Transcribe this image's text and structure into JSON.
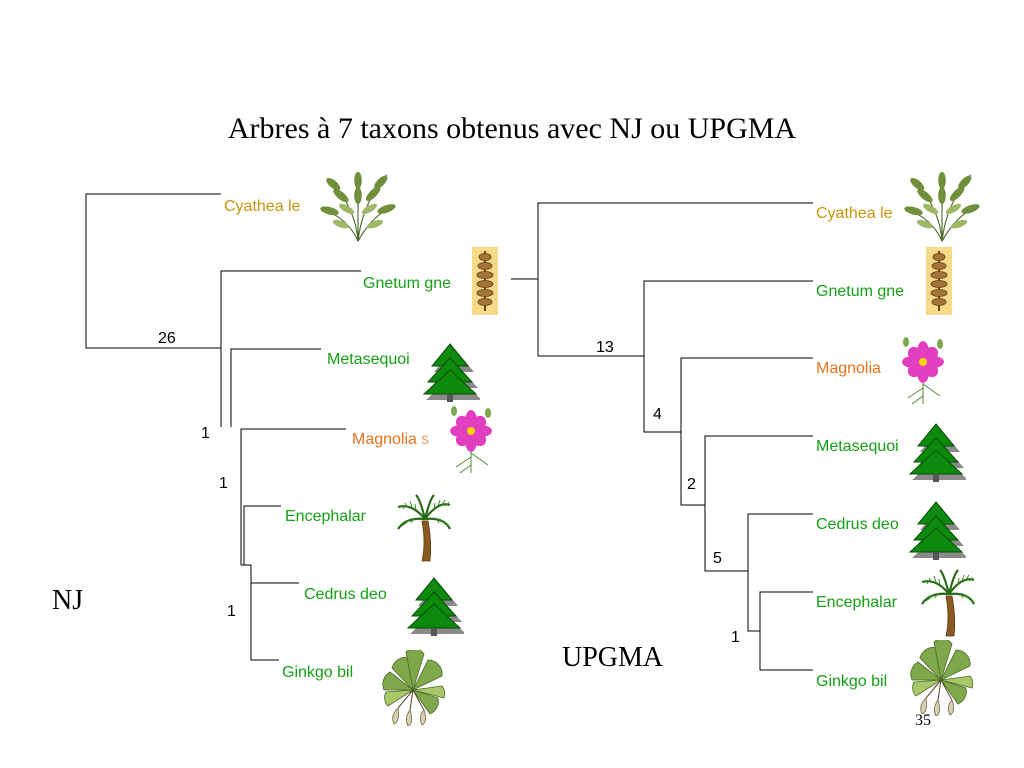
{
  "title": "Arbres à 7 taxons obtenus avec NJ ou UPGMA",
  "slide_number": "35",
  "colors": {
    "gold": "#c8960a",
    "green": "#15a015",
    "orange": "#e8731a"
  },
  "nj": {
    "label": "NJ",
    "taxa": [
      {
        "name": "Cyathea le",
        "color": "gold",
        "icon": "fern-icon"
      },
      {
        "name": "Gnetum gne",
        "color": "green",
        "icon": "gnetum-cone-icon"
      },
      {
        "name": "Metasequoi",
        "color": "green",
        "icon": "conifer-icon"
      },
      {
        "name": "Magnolia",
        "suffix": "s",
        "color": "orange",
        "icon": "flower-icon"
      },
      {
        "name": "Encephalar",
        "color": "green",
        "icon": "cycad-icon"
      },
      {
        "name": "Cedrus deo",
        "color": "green",
        "icon": "conifer-icon"
      },
      {
        "name": "Ginkgo bil",
        "color": "green",
        "icon": "ginkgo-icon"
      }
    ],
    "supports": [
      "26",
      "1",
      "1",
      "1"
    ]
  },
  "upgma": {
    "label": "UPGMA",
    "taxa": [
      {
        "name": "Cyathea le",
        "color": "gold",
        "icon": "fern-icon"
      },
      {
        "name": "Gnetum gne",
        "color": "green",
        "icon": "gnetum-cone-icon"
      },
      {
        "name": "Magnolia",
        "color": "orange",
        "icon": "flower-icon"
      },
      {
        "name": "Metasequoi",
        "color": "green",
        "icon": "conifer-icon"
      },
      {
        "name": "Cedrus deo",
        "color": "green",
        "icon": "conifer-icon"
      },
      {
        "name": "Encephalar",
        "color": "green",
        "icon": "cycad-icon"
      },
      {
        "name": "Ginkgo bil",
        "color": "green",
        "icon": "ginkgo-icon"
      }
    ],
    "supports": [
      "13",
      "4",
      "2",
      "5",
      "1"
    ]
  }
}
